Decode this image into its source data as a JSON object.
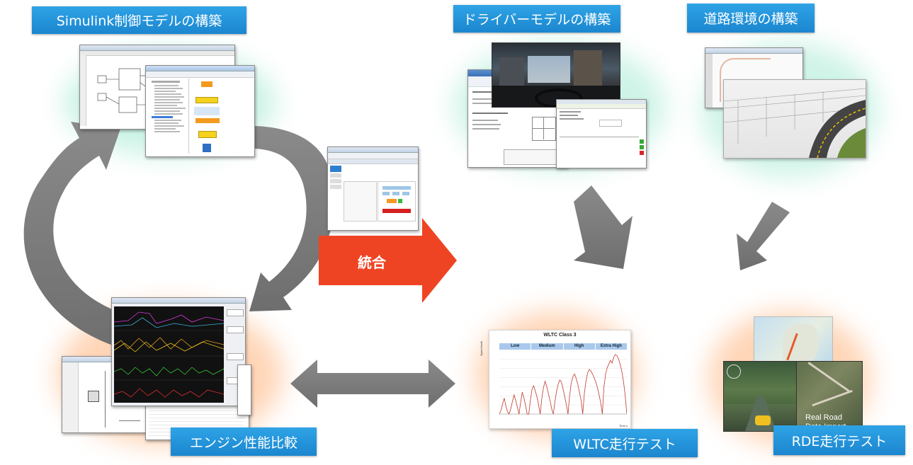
{
  "labels": {
    "simulink": "Simulink制御モデルの構築",
    "driver": "ドライバーモデルの構築",
    "road": "道路環境の構築",
    "engine": "エンジン性能比較",
    "wltc": "WLTC走行テスト",
    "rde": "RDE走行テスト"
  },
  "center_arrow_text": "統合",
  "colors": {
    "label_blue": "#1f8fd8",
    "arrow_red": "#ef4423",
    "arrow_gray": "#7a7a7a",
    "glow_teal": "#7fe0c8",
    "glow_orange": "#ffb27a",
    "wltc_line": "#c0392b"
  },
  "rde_overlay": {
    "line1": "Real Road",
    "line2": "Data Import"
  },
  "chart_data": {
    "type": "line",
    "title": "WLTC Class 3",
    "phases": [
      "Low",
      "Medium",
      "High",
      "Extra High"
    ],
    "xlabel": "Time s",
    "ylabel": "Speed km/h",
    "ylim": [
      0,
      140
    ],
    "series": [
      {
        "values": [
          0,
          8,
          22,
          35,
          18,
          5,
          0,
          12,
          28,
          42,
          30,
          15,
          0,
          25,
          48,
          36,
          20,
          0,
          0,
          30,
          55,
          62,
          50,
          38,
          20,
          0,
          35,
          58,
          72,
          60,
          45,
          30,
          12,
          0,
          28,
          50,
          66,
          75,
          70,
          55,
          38,
          20,
          0,
          40,
          68,
          82,
          88,
          78,
          65,
          48,
          30,
          0,
          45,
          72,
          90,
          98,
          95,
          88,
          80,
          70,
          58,
          42,
          25,
          0,
          60,
          88,
          102,
          110,
          118,
          112,
          125,
          131,
          128,
          120,
          108,
          92,
          70,
          40,
          0
        ]
      }
    ]
  }
}
